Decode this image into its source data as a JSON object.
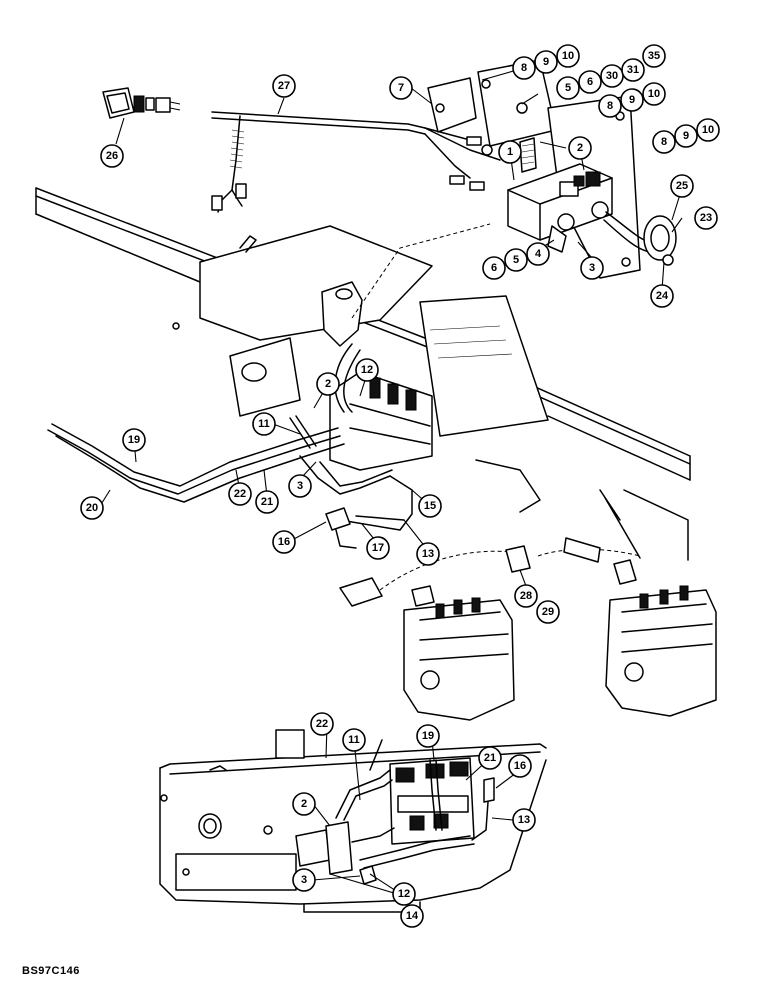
{
  "document_id": "BS97C146",
  "callouts": {
    "c1": "1",
    "c2a": "2",
    "c3a": "3",
    "c4": "4",
    "c5a": "5",
    "c5b": "5",
    "c6a": "6",
    "c6b": "6",
    "c7": "7",
    "c8a": "8",
    "c8b": "8",
    "c8c": "8",
    "c9a": "9",
    "c9b": "9",
    "c9c": "9",
    "c10a": "10",
    "c10b": "10",
    "c10c": "10",
    "c23": "23",
    "c24": "24",
    "c25": "25",
    "c26": "26",
    "c27": "27",
    "c30": "30",
    "c31": "31",
    "c35": "35",
    "c2b": "2",
    "c3b": "3",
    "c11a": "11",
    "c12a": "12",
    "c13a": "13",
    "c15": "15",
    "c16a": "16",
    "c17": "17",
    "c19a": "19",
    "c20": "20",
    "c21a": "21",
    "c22a": "22",
    "c28": "28",
    "c29": "29",
    "c22b": "22",
    "c11b": "11",
    "c19b": "19",
    "c21b": "21",
    "c16b": "16",
    "c13b": "13",
    "c2c": "2",
    "c3c": "3",
    "c12b": "12",
    "c14": "14"
  }
}
